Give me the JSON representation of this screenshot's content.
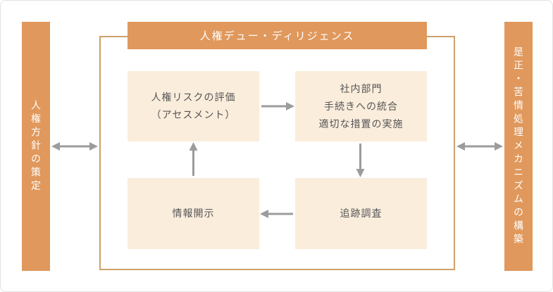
{
  "title": "人権デュー・ディリジェンス",
  "pillars": {
    "left": {
      "label": "人権方針の策定"
    },
    "right": {
      "label": "是正・苦情処理メカニズムの構築"
    }
  },
  "steps": [
    {
      "id": "risk-assessment",
      "label": "人権リスクの評価\n（アセスメント）"
    },
    {
      "id": "integration",
      "label": "社内部門\n手続きへの統合\n適切な措置の実施"
    },
    {
      "id": "tracking-survey",
      "label": "追跡調査"
    },
    {
      "id": "information-disclosure",
      "label": "情報開示"
    }
  ],
  "flow": [
    {
      "from": "risk-assessment",
      "to": "integration",
      "bidirectional": false
    },
    {
      "from": "integration",
      "to": "tracking-survey",
      "bidirectional": false
    },
    {
      "from": "tracking-survey",
      "to": "information-disclosure",
      "bidirectional": false
    },
    {
      "from": "information-disclosure",
      "to": "risk-assessment",
      "bidirectional": false
    },
    {
      "from": "left-pillar",
      "to": "due-diligence-cycle",
      "bidirectional": true
    },
    {
      "from": "due-diligence-cycle",
      "to": "right-pillar",
      "bidirectional": true
    }
  ],
  "colors": {
    "accent-orange": "#E0985C",
    "frame-border": "#CDA06A",
    "step-fill": "#FAEDDC",
    "arrow-gray": "#9C9C9C",
    "text-dark": "#555555",
    "text-light": "#FFFFFF",
    "card-border": "#E3E3E3",
    "card-bg": "#FFFFFF"
  }
}
